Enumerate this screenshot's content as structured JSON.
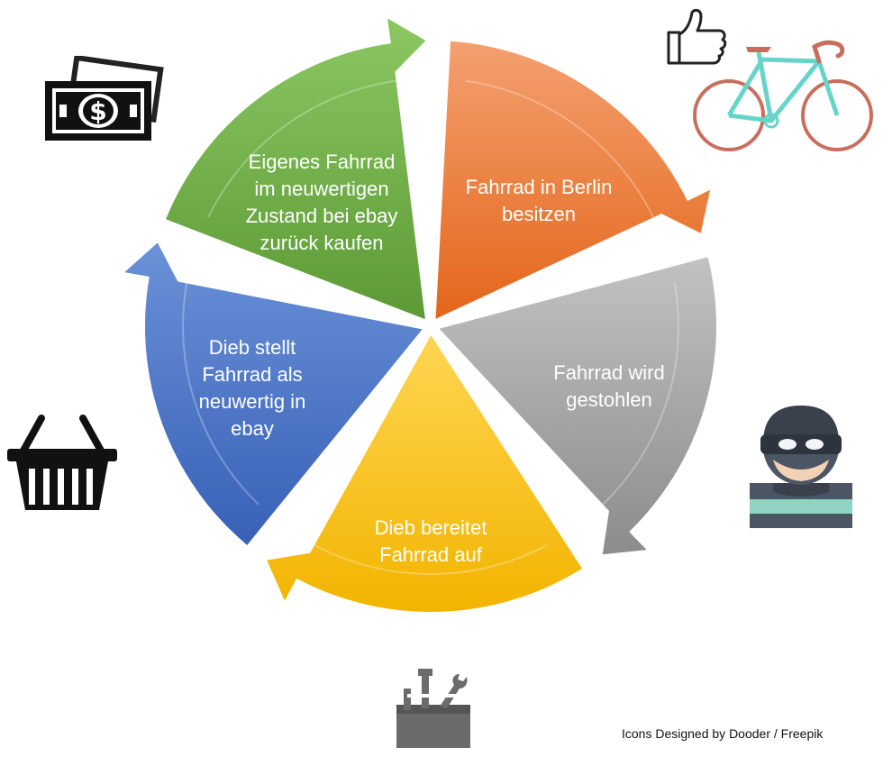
{
  "segments": [
    {
      "label_lines": [
        "Fahrrad in Berlin",
        "besitzen"
      ],
      "color": "#ED7D31"
    },
    {
      "label_lines": [
        "Fahrrad wird",
        "gestohlen"
      ],
      "color": "#A5A5A5"
    },
    {
      "label_lines": [
        "Dieb bereitet",
        "Fahrrad auf"
      ],
      "color": "#FFC000"
    },
    {
      "label_lines": [
        "Dieb stellt",
        "Fahrrad als",
        "neuwertig in",
        "ebay"
      ],
      "color": "#4472C4"
    },
    {
      "label_lines": [
        "Eigenes Fahrrad",
        "im neuwertigen",
        "Zustand bei ebay",
        "zurück kaufen"
      ],
      "color": "#70AD47"
    }
  ],
  "icons": {
    "money": "money-icon",
    "thumbs_up": "thumbs-up-icon",
    "bicycle": "bicycle-icon",
    "thief": "thief-icon",
    "toolbox": "toolbox-icon",
    "basket": "shopping-basket-icon"
  },
  "credit": "Icons Designed by Dooder / Freepik"
}
